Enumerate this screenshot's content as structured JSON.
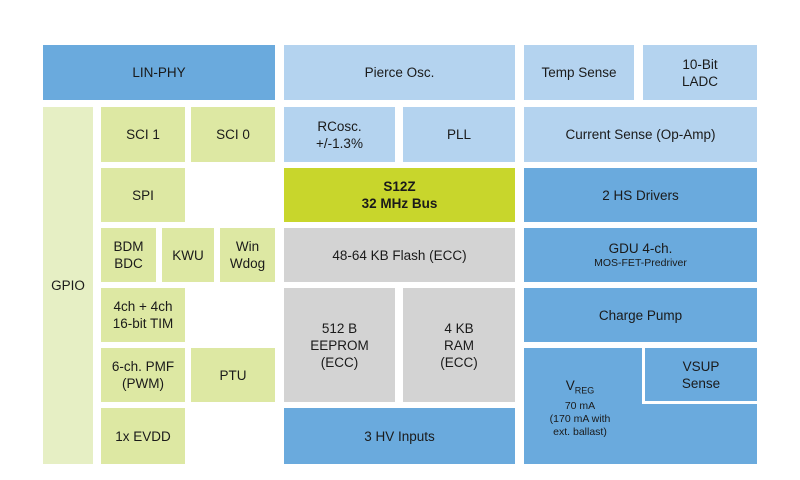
{
  "lin_phy": "LIN-PHY",
  "pierce_osc": "Pierce Osc.",
  "temp_sense": "Temp Sense",
  "ladc": {
    "line1": "10-Bit",
    "line2": "LADC"
  },
  "gpio": "GPIO",
  "sci1": "SCI 1",
  "sci0": "SCI 0",
  "rcosc": {
    "line1": "RCosc.",
    "line2": "+/-1.3%"
  },
  "pll": "PLL",
  "current_sense": "Current Sense (Op-Amp)",
  "spi": "SPI",
  "core": {
    "line1": "S12Z",
    "line2": "32 MHz Bus"
  },
  "hs_drivers": "2 HS Drivers",
  "bdm": {
    "line1": "BDM",
    "line2": "BDC"
  },
  "kwu": "KWU",
  "wdog": {
    "line1": "Win",
    "line2": "Wdog"
  },
  "flash": "48-64 KB Flash (ECC)",
  "gdu": {
    "line1": "GDU 4-ch.",
    "line2": "MOS-FET-Predriver"
  },
  "tim": {
    "line1": "4ch + 4ch",
    "line2": "16-bit TIM"
  },
  "eeprom": {
    "line1": "512 B",
    "line2": "EEPROM",
    "line3": "(ECC)"
  },
  "ram": {
    "line1": "4 KB",
    "line2": "RAM",
    "line3": "(ECC)"
  },
  "charge_pump": "Charge Pump",
  "pmf": {
    "line1": "6-ch. PMF",
    "line2": "(PWM)"
  },
  "ptu": "PTU",
  "vreg": {
    "v": "V",
    "sub": "REG",
    "line2": "70 mA",
    "line3": "(170 mA with",
    "line4": "ext. ballast)"
  },
  "vsup": {
    "line1": "VSUP",
    "line2": "Sense"
  },
  "evdd": "1x EVDD",
  "hv_inputs": "3 HV Inputs"
}
